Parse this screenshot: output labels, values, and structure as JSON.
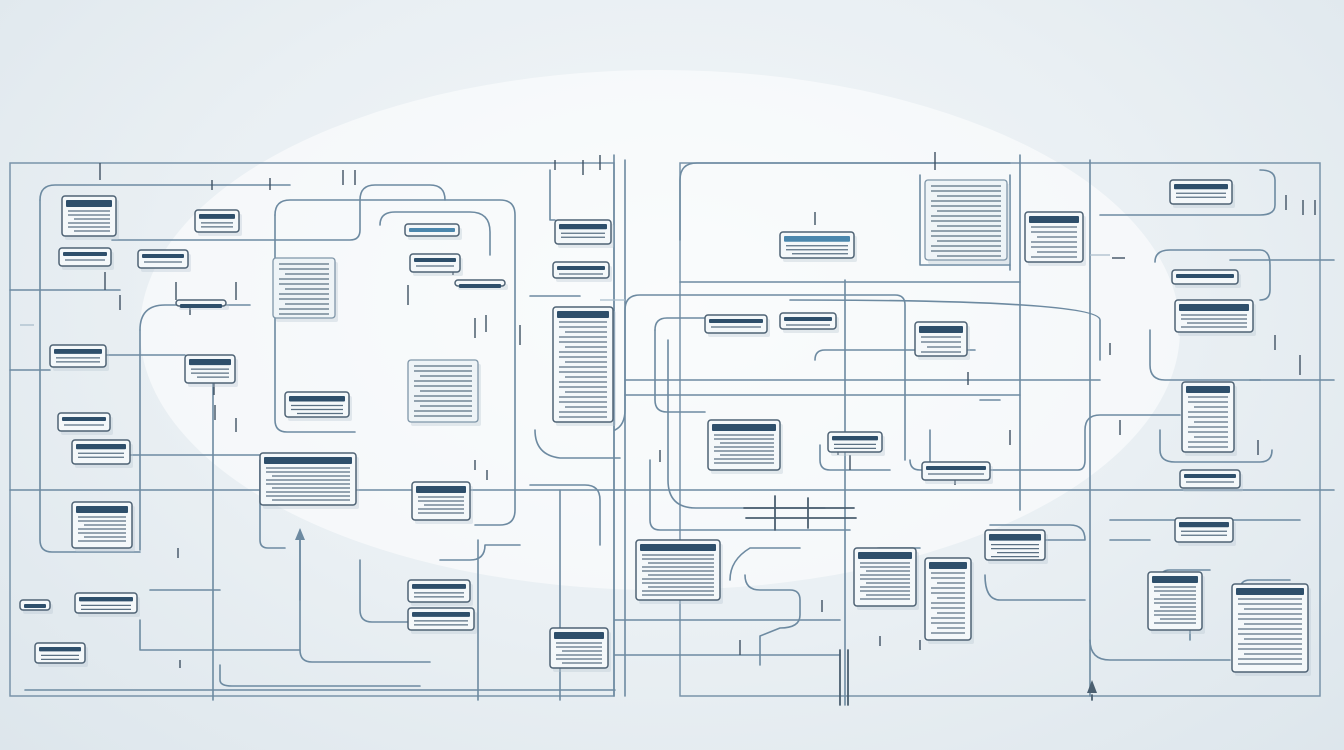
{
  "diagram": {
    "colors": {
      "background": "#e9eff3",
      "wire": "#6d8aa1",
      "wire_dark": "#4b5f70",
      "node_header": "#2e4f6b",
      "accent": "#4b87ad"
    },
    "nodes": [
      {
        "id": "n01",
        "kind": "card",
        "header": "dark"
      },
      {
        "id": "n02",
        "kind": "chip",
        "header": "dark"
      },
      {
        "id": "n03",
        "kind": "chip",
        "header": "dark"
      },
      {
        "id": "n04",
        "kind": "chip",
        "header": "dark"
      },
      {
        "id": "n05",
        "kind": "document",
        "header": "none"
      },
      {
        "id": "n06",
        "kind": "chip",
        "header": "accent"
      },
      {
        "id": "n07",
        "kind": "chip",
        "header": "dark"
      },
      {
        "id": "n08",
        "kind": "chip",
        "header": "dark"
      },
      {
        "id": "n09",
        "kind": "document",
        "header": "dark"
      },
      {
        "id": "n10",
        "kind": "document",
        "header": "none"
      },
      {
        "id": "n11",
        "kind": "card",
        "header": "dark"
      },
      {
        "id": "n12",
        "kind": "card",
        "header": "dark"
      },
      {
        "id": "n13",
        "kind": "card",
        "header": "dark"
      },
      {
        "id": "n14",
        "kind": "card",
        "header": "dark"
      },
      {
        "id": "n15",
        "kind": "card",
        "header": "dark"
      },
      {
        "id": "n16",
        "kind": "card",
        "header": "accent"
      },
      {
        "id": "n17",
        "kind": "document",
        "header": "dark"
      },
      {
        "id": "n18",
        "kind": "card",
        "header": "dark"
      },
      {
        "id": "n19",
        "kind": "document",
        "header": "none"
      },
      {
        "id": "n20",
        "kind": "card",
        "header": "dark"
      },
      {
        "id": "n21",
        "kind": "card",
        "header": "dark"
      },
      {
        "id": "n22",
        "kind": "document",
        "header": "dark"
      },
      {
        "id": "n23",
        "kind": "card",
        "header": "dark"
      },
      {
        "id": "n24",
        "kind": "card",
        "header": "dark"
      },
      {
        "id": "n25",
        "kind": "document",
        "header": "dark"
      },
      {
        "id": "n26",
        "kind": "card",
        "header": "dark"
      },
      {
        "id": "n27",
        "kind": "document",
        "header": "dark"
      },
      {
        "id": "n28",
        "kind": "card",
        "header": "dark"
      },
      {
        "id": "n29",
        "kind": "card",
        "header": "dark"
      },
      {
        "id": "n30",
        "kind": "card",
        "header": "dark"
      },
      {
        "id": "n31",
        "kind": "card",
        "header": "dark"
      },
      {
        "id": "n32",
        "kind": "card",
        "header": "dark"
      },
      {
        "id": "n33",
        "kind": "document",
        "header": "dark"
      },
      {
        "id": "n34",
        "kind": "card",
        "header": "dark"
      },
      {
        "id": "n35",
        "kind": "document",
        "header": "dark"
      },
      {
        "id": "n36",
        "kind": "card",
        "header": "dark"
      }
    ],
    "arrows": [
      {
        "id": "a1",
        "direction": "up"
      },
      {
        "id": "a2",
        "direction": "up"
      }
    ]
  }
}
